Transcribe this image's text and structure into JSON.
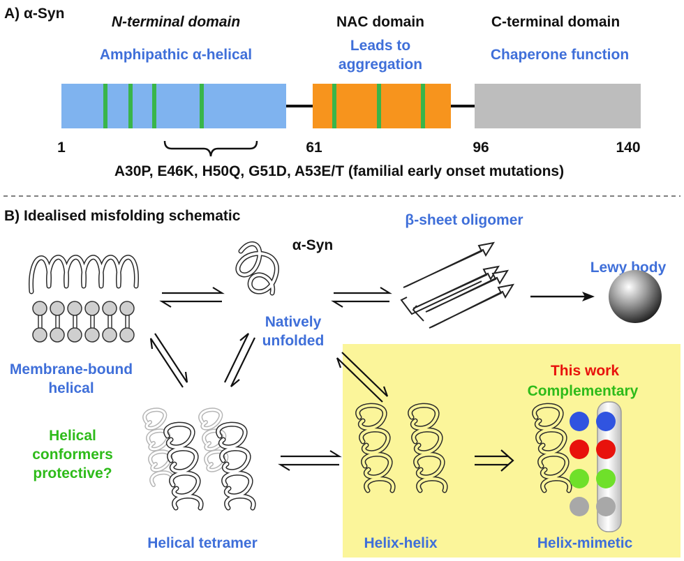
{
  "panel_a": {
    "title": "A) α-Syn",
    "n_domain": "N-terminal domain",
    "nac_domain": "NAC domain",
    "c_domain": "C-terminal domain",
    "n_function": "Amphipathic α-helical",
    "nac_function_line1": "Leads to",
    "nac_function_line2": "aggregation",
    "c_function": "Chaperone function",
    "pos_1": "1",
    "pos_61": "61",
    "pos_96": "96",
    "pos_140": "140",
    "mutations": "A30P, E46K, H50Q, G51D, A53E/T (familial early onset mutations)",
    "colors": {
      "n_domain": "#7FB3EF",
      "nac_domain": "#F7941D",
      "c_domain": "#BDBDBD",
      "mutation": "#39B54A"
    }
  },
  "panel_b": {
    "title": "B) Idealised misfolding schematic",
    "asyn_label": "α-Syn",
    "beta_sheet": "β-sheet oligomer",
    "lewy_body": "Lewy body",
    "natively_line1": "Natively",
    "natively_line2": "unfolded",
    "membrane_line1": "Membrane-bound",
    "membrane_line2": "helical",
    "helical_q_line1": "Helical",
    "helical_q_line2": "conformers",
    "helical_q_line3": "protective?",
    "helical_tetramer": "Helical tetramer",
    "helix_helix": "Helix-helix",
    "helix_mimetic": "Helix-mimetic",
    "this_work": "This work",
    "complementary": "Complementary",
    "colors": {
      "highlight_box": "#FBF59A",
      "dot_blue": "#3054E0",
      "dot_red": "#E8120C",
      "dot_green": "#6FE02A",
      "dot_grey": "#A8A8A8"
    }
  }
}
